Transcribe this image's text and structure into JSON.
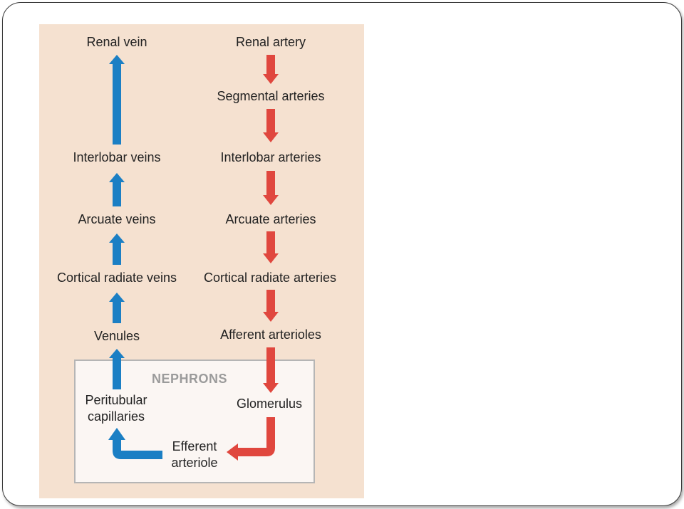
{
  "colors": {
    "vein_arrow": "#1b7fc4",
    "artery_arrow": "#e0473e",
    "figure_background": "#f5e1d0",
    "nephrons_label": "#9b9b9b"
  },
  "diagram": {
    "veins": {
      "renal_vein": "Renal vein",
      "interlobar_veins": "Interlobar veins",
      "arcuate_veins": "Arcuate veins",
      "cortical_radiate_veins": "Cortical radiate veins",
      "venules": "Venules"
    },
    "arteries": {
      "renal_artery": "Renal artery",
      "segmental_arteries": "Segmental arteries",
      "interlobar_arteries": "Interlobar arteries",
      "arcuate_arteries": "Arcuate arteries",
      "cortical_radiate_arteries": "Cortical radiate arteries",
      "afferent_arterioles": "Afferent arterioles"
    },
    "nephrons": {
      "title": "NEPHRONS",
      "peritubular_capillaries": "Peritubular\ncapillaries",
      "glomerulus": "Glomerulus",
      "efferent_arteriole": "Efferent\narteriole"
    }
  }
}
